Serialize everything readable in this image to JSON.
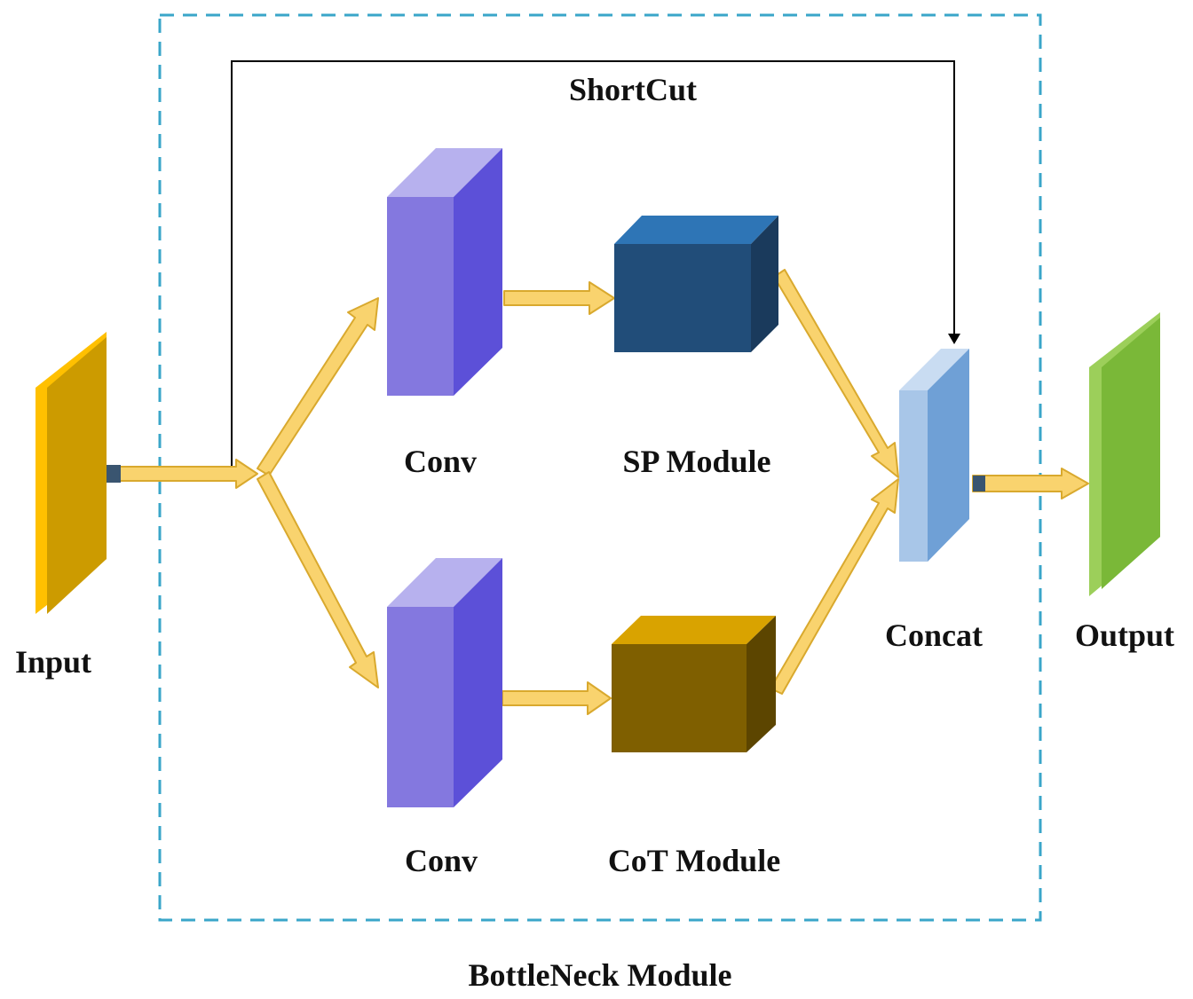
{
  "labels": {
    "shortcut": "ShortCut",
    "input": "Input",
    "conv_top": "Conv",
    "sp_module": "SP Module",
    "conv_bottom": "Conv",
    "cot_module": "CoT Module",
    "concat": "Concat",
    "output": "Output",
    "bottleneck": "BottleNeck Module"
  },
  "colors": {
    "frame_dash": "#3aa6c9",
    "arrow_fill": "#f9d36e",
    "arrow_stroke": "#d9a92e",
    "input_face": "#cc9b00",
    "input_side": "#ffc000",
    "conv_front": "#8478df",
    "conv_side": "#5c50d8",
    "conv_top": "#b7b1ee",
    "sp_front": "#214d79",
    "sp_top": "#2e75b6",
    "sp_side": "#1a3a5c",
    "cot_front": "#7f5f00",
    "cot_top": "#d9a300",
    "cot_side": "#5c4500",
    "concat_front": "#a8c6e8",
    "concat_side": "#6fa0d6",
    "output_face": "#7ab838",
    "output_side": "#9ccf5a"
  }
}
